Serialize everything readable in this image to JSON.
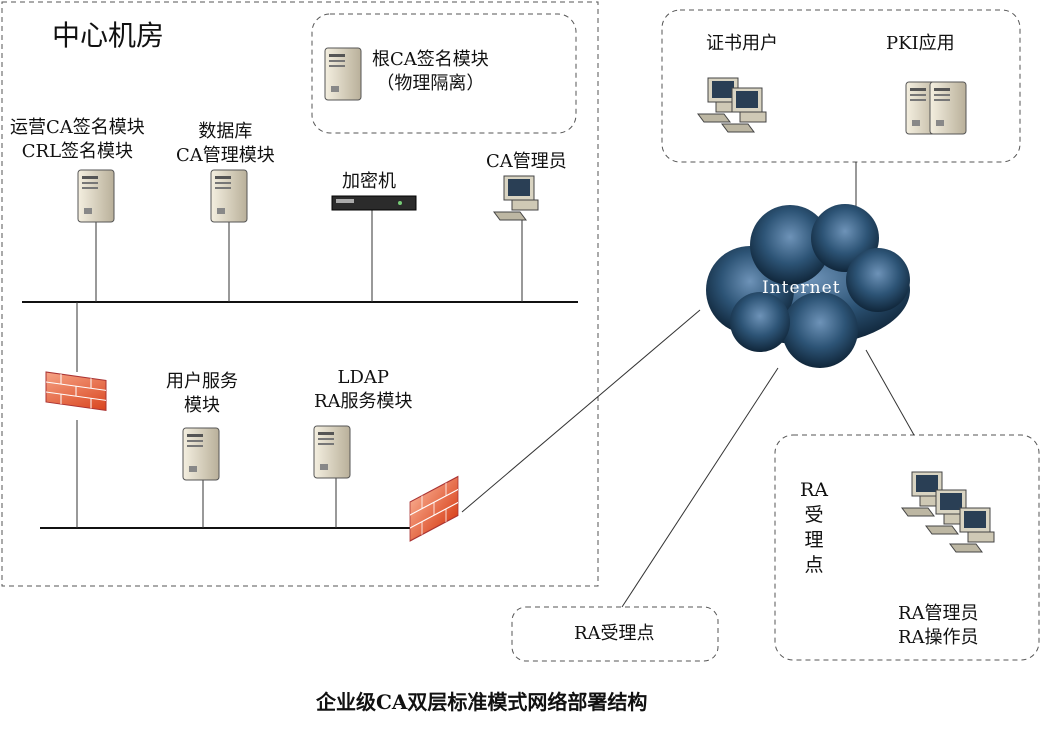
{
  "center_room": {
    "title": "中心机房",
    "root_ca": [
      "根CA签名模块",
      "（物理隔离）"
    ],
    "ops_ca": [
      "运营CA签名模块",
      "CRL签名模块"
    ],
    "db_ca": [
      "数据库",
      "CA管理模块"
    ],
    "encryptor": "加密机",
    "ca_admin": "CA管理员",
    "user_service": [
      "用户服务",
      "模块"
    ],
    "ldap_ra": [
      "LDAP",
      "RA服务模块"
    ]
  },
  "top_right": {
    "cert_users": "证书用户",
    "pki_app": "PKI应用"
  },
  "internet": "Internet",
  "ra_point": "RA受理点",
  "ra_box": {
    "vertical": [
      "RA",
      "受",
      "理",
      "点"
    ],
    "roles": [
      "RA管理员",
      "RA操作员"
    ]
  },
  "caption": "企业级CA双层标准模式网络部署结构",
  "colors": {
    "cloud": "#1b3a57",
    "firewall": "#e8603c",
    "line": "#333333"
  }
}
